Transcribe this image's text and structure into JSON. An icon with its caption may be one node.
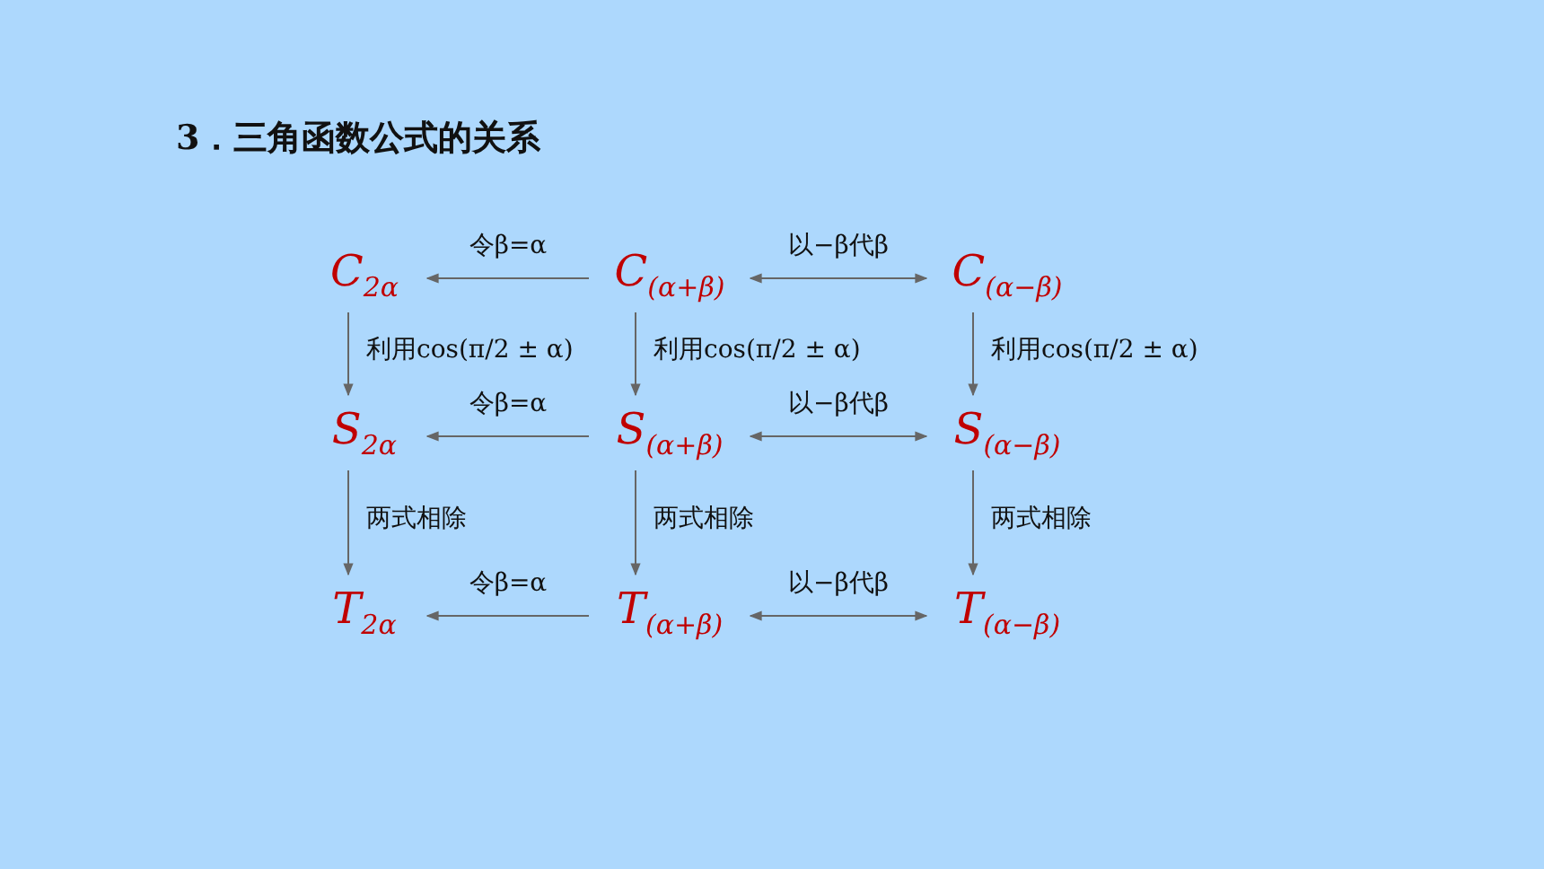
{
  "diagram": {
    "title": "3．三角函数公式的关系",
    "nodes": [
      {
        "text": [
          "C$_{2α}$"
        ]
      },
      {
        "text": [
          "C$_{(α+β)}$"
        ]
      },
      {
        "text": [
          "C$_{(α−β)}$"
        ]
      },
      {
        "text": [
          "S$_{2α}$"
        ]
      },
      {
        "text": [
          "S$_{(α+β)}$"
        ]
      },
      {
        "text": [
          "S$_{(α−β)}$"
        ]
      },
      {
        "text": [
          "T$_{2α}$"
        ]
      },
      {
        "text": [
          "T$_{(α+β)}$"
        ]
      },
      {
        "text": [
          "T$_{(α−β)}$"
        ]
      }
    ],
    "edges": [
      {
        "from": 1,
        "to": 0,
        "arrow": "to",
        "label": "令β=α"
      },
      {
        "from": 1,
        "to": 2,
        "arrow": "both",
        "label": "以−β代β"
      },
      {
        "from": 0,
        "to": 3,
        "arrow": "to",
        "label": "利用cos(π/2 ± α)"
      },
      {
        "from": 1,
        "to": 4,
        "arrow": "to",
        "label": "利用cos(π/2 ± α)"
      },
      {
        "from": 2,
        "to": 5,
        "arrow": "to",
        "label": "利用cos(π/2 ± α)"
      },
      {
        "from": 4,
        "to": 3,
        "arrow": "to",
        "label": "令β=α"
      },
      {
        "from": 4,
        "to": 5,
        "arrow": "both",
        "label": "以−β代β"
      },
      {
        "from": 3,
        "to": 6,
        "arrow": "to",
        "label": "两式相除"
      },
      {
        "from": 4,
        "to": 7,
        "arrow": "to",
        "label": "两式相除"
      },
      {
        "from": 5,
        "to": 8,
        "arrow": "to",
        "label": "两式相除"
      },
      {
        "from": 7,
        "to": 6,
        "arrow": "to",
        "label": "令β=α"
      },
      {
        "from": 7,
        "to": 8,
        "arrow": "both",
        "label": "以−β代β"
      }
    ]
  }
}
